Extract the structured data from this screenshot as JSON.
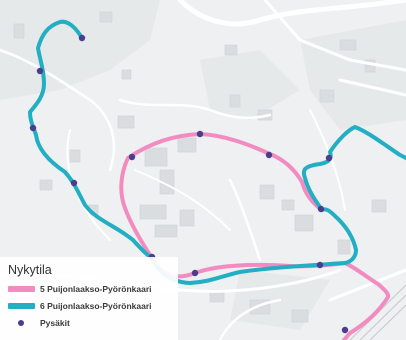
{
  "legend": {
    "title": "Nykytila",
    "items": [
      {
        "label": "5 Puijonlaakso-Pyörönkaari",
        "color": "#f28cc0",
        "kind": "line"
      },
      {
        "label": "6 Puijonlaakso-Pyörönkaari",
        "color": "#22aec3",
        "kind": "line"
      },
      {
        "label": "Pysäkit",
        "color": "#4a3d8c",
        "kind": "dot"
      }
    ]
  },
  "colors": {
    "route5": "#f28cc0",
    "route6": "#22aec3",
    "stop": "#4a3d8c",
    "background": "#eef0f1",
    "building": "#dcdfe1",
    "road": "#ffffff"
  }
}
